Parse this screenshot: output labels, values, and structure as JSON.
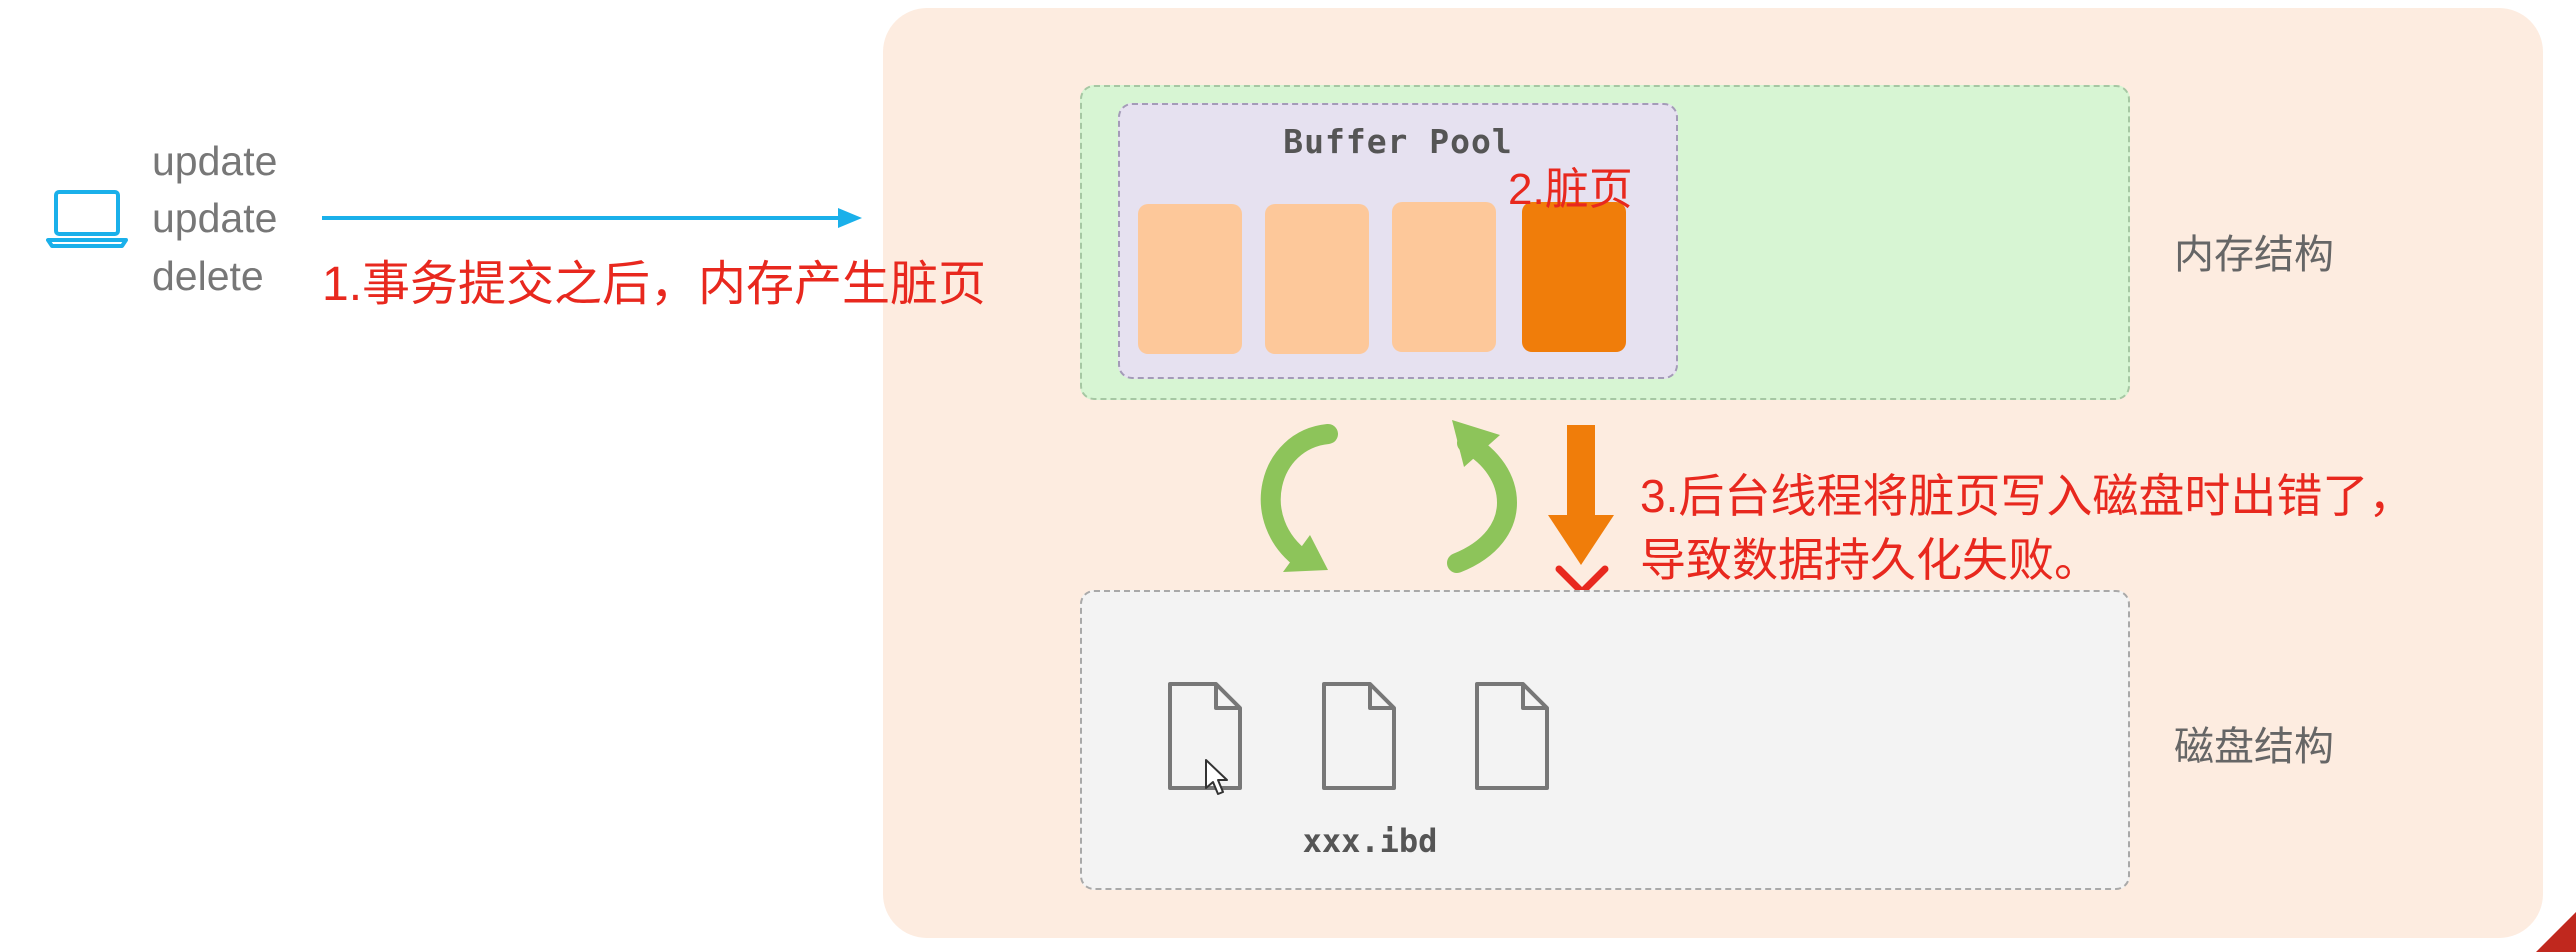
{
  "client": {
    "icon": "laptop-icon",
    "statements": [
      "update",
      "update",
      "delete"
    ]
  },
  "steps": {
    "step1": "1.事务提交之后，内存产生脏页",
    "step2": "2.脏页",
    "step3_line1": "3.后台线程将脏页写入磁盘时出错了，",
    "step3_line2": "导致数据持久化失败。"
  },
  "memory": {
    "buffer_pool_title": "Buffer Pool",
    "label": "内存结构",
    "page_count": 4,
    "dirty_page_index": 3
  },
  "disk": {
    "label": "磁盘结构",
    "file_name": "xxx.ibd",
    "file_count": 3
  },
  "colors": {
    "arrow_blue": "#1ab0ea",
    "error_red": "#e8281e",
    "dirty_orange": "#f07d0a",
    "clean_page": "#fdc89a",
    "cycle_green": "#8dc45a",
    "panel_peach": "#fdece0",
    "memory_green": "#d7f5d3",
    "buffer_purple": "#e6e1f0",
    "disk_gray": "#f3f3f3"
  },
  "icons": [
    "laptop-icon",
    "right-arrow-icon",
    "sync-cycle-icon",
    "down-arrow-icon",
    "error-cross-icon",
    "file-icon",
    "mouse-cursor-icon"
  ]
}
